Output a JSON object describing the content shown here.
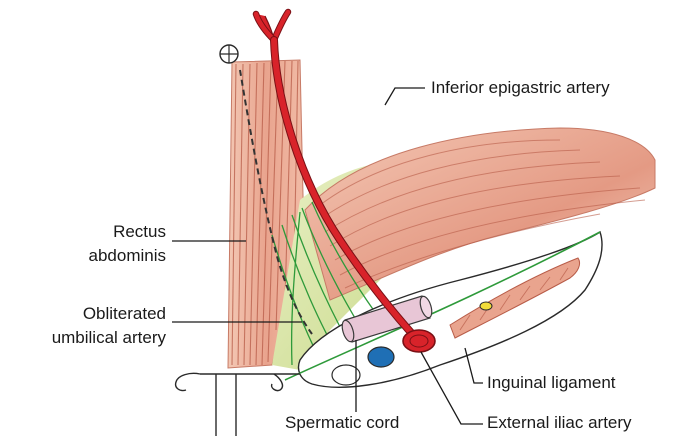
{
  "labels": {
    "inferior_epigastric": "Inferior epigastric artery",
    "rectus_line1": "Rectus",
    "rectus_line2": "abdominis",
    "obliterated_line1": "Obliterated",
    "obliterated_line2": "umbilical artery",
    "inguinal": "Inguinal ligament",
    "spermatic": "Spermatic cord",
    "external_iliac": "External iliac artery"
  },
  "colors": {
    "artery": "#d8232a",
    "muscle": "#e9a48e",
    "muscle_stripe": "#b85c48",
    "fascia_green": "#d9e5a8",
    "green_line": "#2e9a3a",
    "vein": "#1f6fb5",
    "vas": "#e8c6d6",
    "node": "#f2dc3a"
  }
}
